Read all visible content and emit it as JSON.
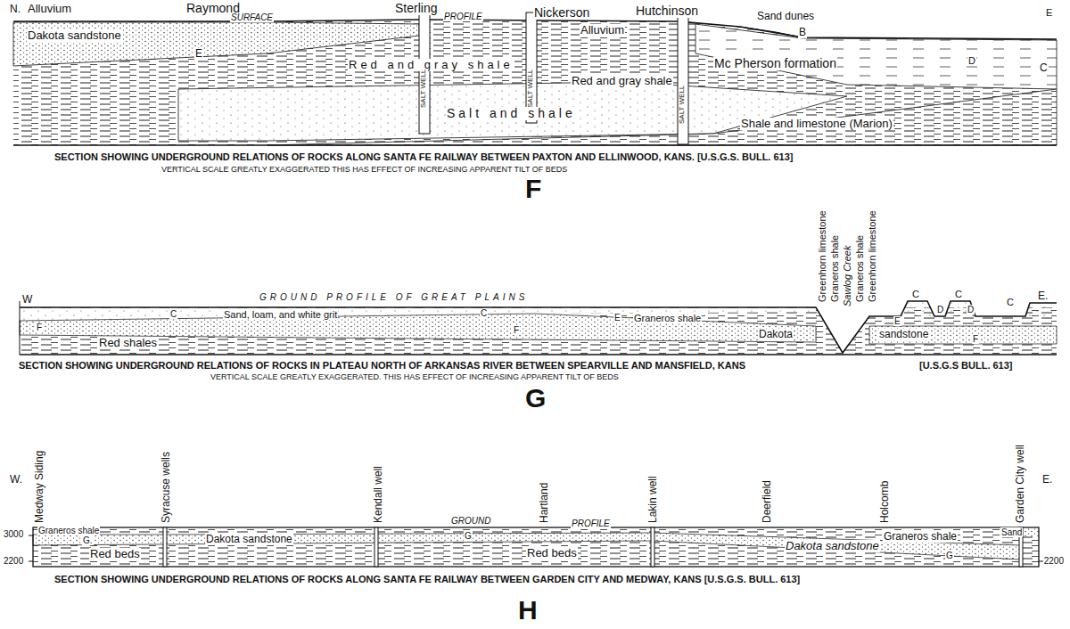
{
  "diagram": {
    "labels": [
      "N.",
      "Alluvium",
      "Raymond",
      "SURFACE",
      "Sterling",
      "PROFILE",
      "Nickerson",
      "Alluvium",
      "Hutchinson",
      "Sand dunes",
      "B",
      "E",
      "Dakota sandstone",
      "E",
      "Red and gray shale",
      "SALT WELL",
      "SALT WELL",
      "SALT WELL",
      "Red and gray shale",
      "Mc Pherson formation",
      "D",
      "C",
      "Salt and shale",
      "Shale and limestone (Marion)",
      "SECTION SHOWING UNDERGROUND RELATIONS OF ROCKS ALONG SANTA FE RAILWAY BETWEEN PAXTON AND ELLINWOOD, KANS. [U.S.G.S. BULL. 613]",
      "VERTICAL SCALE GREATLY EXAGGERATED    THIS HAS EFFECT OF INCREASING APPARENT TILT OF BEDS",
      "F",
      "W",
      "GROUND PROFILE OF GREAT PLAINS",
      "C",
      "Sand, loam, and white grit",
      "C",
      "F",
      "Red shales",
      "F",
      "E",
      "Graneros shale",
      "Dakota",
      "sandstone",
      "E",
      "F",
      "Greenhorn limestone",
      "Graneros shale",
      "Sawlog Creek",
      "Graneros shale",
      "Greenhorn limestone",
      "C",
      "D",
      "C",
      "D",
      "C",
      "E.",
      "SECTION SHOWING UNDERGROUND RELATIONS OF ROCKS IN PLATEAU NORTH OF ARKANSAS RIVER BETWEEN SPEARVILLE AND MANSFIELD, KANS",
      "[U.S.G.S BULL. 613]",
      "VERTICAL SCALE GREATLY EXAGGERATED. THIS HAS EFFECT OF INCREASING APPARENT TILT OF BEDS",
      "G",
      "Medway Siding",
      "Syracuse wells",
      "Kendall well",
      "Hartland",
      "Lakin well",
      "Deerfield",
      "Holcomb",
      "Garden City well",
      "W.",
      "E.",
      "3000",
      "2200",
      "2200",
      "Graneros shale",
      "G.",
      "Dakota sandstone",
      "Red beds",
      "GROUND",
      "PROFILE",
      "G",
      "Red beds",
      "Dakota sandstone",
      "Graneros shale",
      "Sand",
      "G",
      "SECTION SHOWING UNDERGROUND RELATIONS OF ROCKS ALONG SANTA FE RAILWAY BETWEEN GARDEN CITY AND MEDWAY, KANS [U.S.G.S. BULL. 613]",
      "H"
    ]
  }
}
